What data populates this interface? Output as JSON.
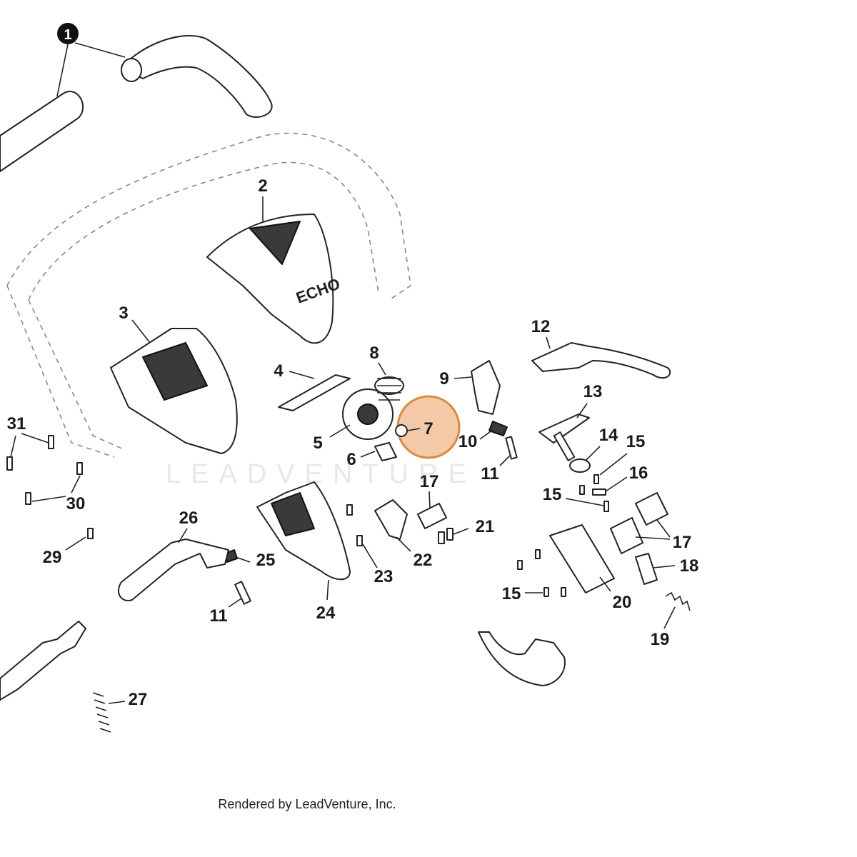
{
  "watermark": "LEADVENTURE",
  "credit": "Rendered by LeadVenture, Inc.",
  "callout_1": "1",
  "highlight_color": "#f3c9a8",
  "highlight_stroke": "#d98a3f",
  "brand_logo_text": "ECHO",
  "labels": {
    "p2": "2",
    "p3": "3",
    "p4": "4",
    "p5": "5",
    "p6": "6",
    "p7": "7",
    "p8": "8",
    "p9": "9",
    "p10": "10",
    "p11a": "11",
    "p11b": "11",
    "p12": "12",
    "p13": "13",
    "p14": "14",
    "p15a": "15",
    "p15b": "15",
    "p15c": "15",
    "p16": "16",
    "p17a": "17",
    "p17b": "17",
    "p18": "18",
    "p19": "19",
    "p20": "20",
    "p21": "21",
    "p22": "22",
    "p23": "23",
    "p24": "24",
    "p25": "25",
    "p26": "26",
    "p27": "27",
    "p29": "29",
    "p30": "30",
    "p31": "31"
  }
}
